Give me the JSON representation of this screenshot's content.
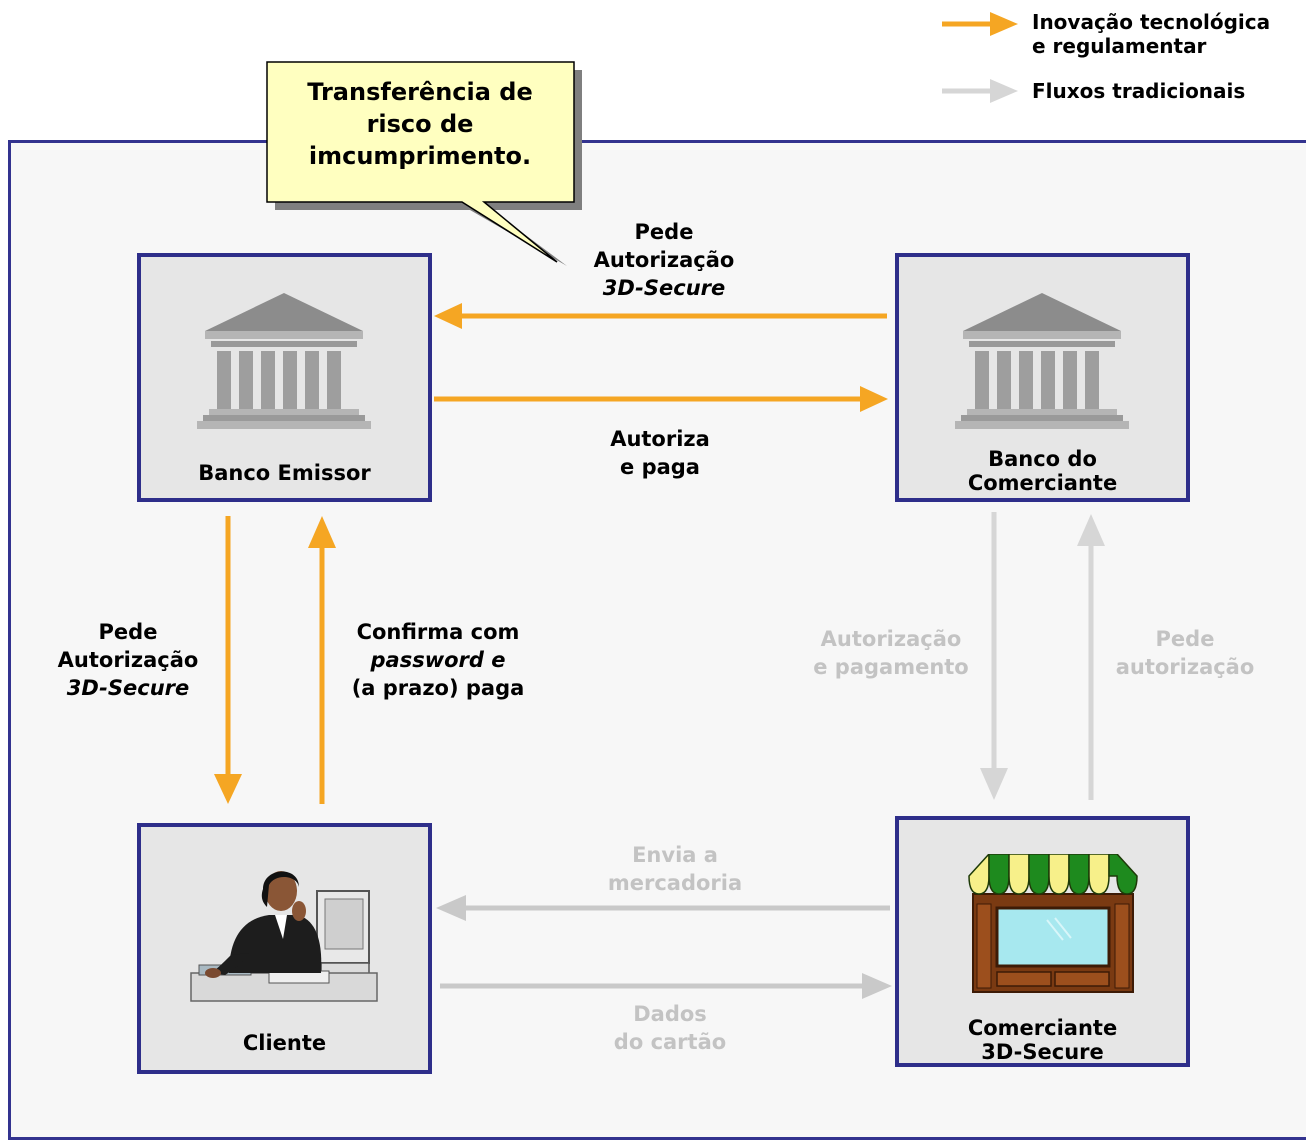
{
  "legend": {
    "innovation_line1": "Inovação tecnológica",
    "innovation_line2": "e regulamentar",
    "traditional": "Fluxos tradicionais"
  },
  "callout": {
    "line1": "Transferência de",
    "line2": "risco de",
    "line3": "imcumprimento."
  },
  "nodes": {
    "banco_emissor": "Banco Emissor",
    "banco_comerciante_line1": "Banco do",
    "banco_comerciante_line2": "Comerciante",
    "cliente": "Cliente",
    "comerciante_line1": "Comerciante",
    "comerciante_line2": "3D-Secure"
  },
  "flows": {
    "pede_top": {
      "line1": "Pede",
      "line2": "Autorização",
      "line3": "3D-Secure"
    },
    "autoriza_paga": {
      "line1": "Autoriza",
      "line2": "e paga"
    },
    "pede_left": {
      "line1": "Pede",
      "line2": "Autorização",
      "line3": "3D-Secure"
    },
    "confirma": {
      "line1": "Confirma com",
      "line2": "password e",
      "line3": "(a prazo) paga"
    },
    "autorizacao_pagamento": {
      "line1": "Autorização",
      "line2": "e pagamento"
    },
    "pede_autorizacao": {
      "line1": "Pede",
      "line2": "autorização"
    },
    "envia_mercadoria": {
      "line1": "Envia a",
      "line2": "mercadoria"
    },
    "dados_cartao": {
      "line1": "Dados",
      "line2": "do cartão"
    }
  },
  "colors": {
    "innovation_arrow": "#f5a623",
    "traditional_arrow": "#d6d6d6",
    "box_border": "#2e2e8a",
    "callout_fill": "#ffffc0"
  },
  "icons": {
    "bank": "bank-building-icon",
    "client": "woman-at-computer-icon",
    "shop": "storefront-icon"
  }
}
